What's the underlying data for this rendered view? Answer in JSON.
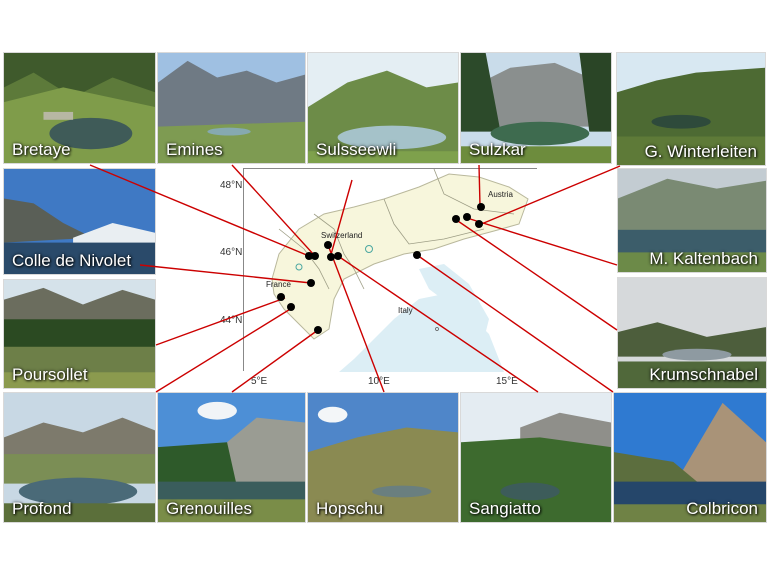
{
  "map": {
    "lat_ticks": [
      "48°N",
      "46°N",
      "44°N"
    ],
    "lon_ticks": [
      "5°E",
      "10°E",
      "15°E"
    ],
    "country_labels": [
      "Austria",
      "Switzerland",
      "France",
      "Italy"
    ]
  },
  "lakes": [
    {
      "name": "Bretaye"
    },
    {
      "name": "Emines"
    },
    {
      "name": "Sulsseewli"
    },
    {
      "name": "Sulzkar"
    },
    {
      "name": "G. Winterleiten"
    },
    {
      "name": "Colle de Nivolet"
    },
    {
      "name": "M. Kaltenbach"
    },
    {
      "name": "Poursollet"
    },
    {
      "name": "Krumschnabel"
    },
    {
      "name": "Profond"
    },
    {
      "name": "Grenouilles"
    },
    {
      "name": "Hopschu"
    },
    {
      "name": "Sangiatto"
    },
    {
      "name": "Colbricon"
    }
  ],
  "colors": {
    "connector": "#cc0000",
    "site_dot": "#000000",
    "land_alps": "#f7f6dc",
    "land_other": "#ffffff",
    "sea": "#dceef5"
  }
}
